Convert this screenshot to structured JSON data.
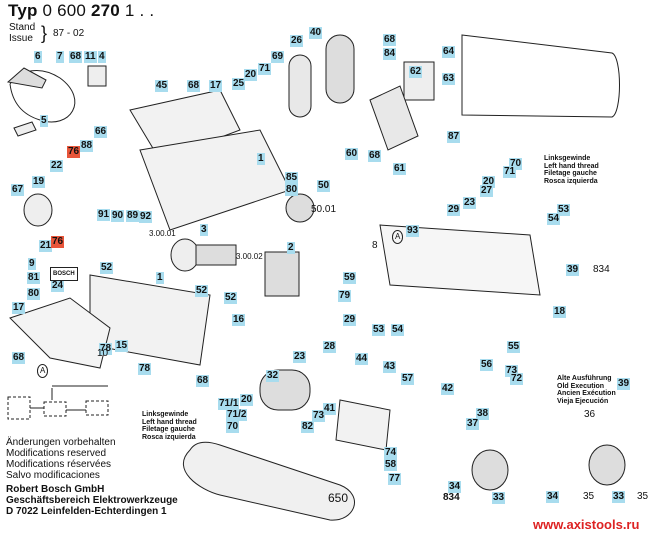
{
  "header": {
    "typ_prefix": "Typ",
    "typ_number_part1": "0 600",
    "typ_number_part2": "270",
    "typ_number_part3": "1 . .",
    "stand_label_1": "Stand",
    "stand_label_2": "Issue",
    "stand_brace": "}",
    "stand_value": "87 - 02"
  },
  "part_labels": [
    {
      "id": "6",
      "style": "cyan"
    },
    {
      "id": "7",
      "style": "cyan"
    },
    {
      "id": "68",
      "style": "cyan"
    },
    {
      "id": "11",
      "style": "cyan"
    },
    {
      "id": "4",
      "style": "cyan"
    },
    {
      "id": "5",
      "style": "cyan"
    },
    {
      "id": "45",
      "style": "cyan"
    },
    {
      "id": "68",
      "style": "cyan"
    },
    {
      "id": "17",
      "style": "cyan"
    },
    {
      "id": "26",
      "style": "cyan"
    },
    {
      "id": "40",
      "style": "cyan"
    },
    {
      "id": "68",
      "style": "cyan"
    },
    {
      "id": "84",
      "style": "cyan"
    },
    {
      "id": "64",
      "style": "cyan"
    },
    {
      "id": "71",
      "style": "cyan"
    },
    {
      "id": "69",
      "style": "cyan"
    },
    {
      "id": "20",
      "style": "cyan"
    },
    {
      "id": "25",
      "style": "cyan"
    },
    {
      "id": "62",
      "style": "cyan"
    },
    {
      "id": "63",
      "style": "cyan"
    },
    {
      "id": "66",
      "style": "cyan"
    },
    {
      "id": "88",
      "style": "cyan"
    },
    {
      "id": "76",
      "style": "red"
    },
    {
      "id": "22",
      "style": "cyan"
    },
    {
      "id": "19",
      "style": "cyan"
    },
    {
      "id": "67",
      "style": "cyan"
    },
    {
      "id": "21",
      "style": "cyan"
    },
    {
      "id": "76",
      "style": "red"
    },
    {
      "id": "87",
      "style": "cyan"
    },
    {
      "id": "60",
      "style": "cyan"
    },
    {
      "id": "68",
      "style": "cyan"
    },
    {
      "id": "61",
      "style": "cyan"
    },
    {
      "id": "1",
      "style": "cyan"
    },
    {
      "id": "85",
      "style": "cyan"
    },
    {
      "id": "80",
      "style": "cyan"
    },
    {
      "id": "50",
      "style": "cyan"
    },
    {
      "id": "70",
      "style": "cyan"
    },
    {
      "id": "71",
      "style": "cyan"
    },
    {
      "id": "20",
      "style": "cyan"
    },
    {
      "id": "27",
      "style": "cyan"
    },
    {
      "id": "23",
      "style": "cyan"
    },
    {
      "id": "29",
      "style": "cyan"
    },
    {
      "id": "53",
      "style": "cyan"
    },
    {
      "id": "54",
      "style": "cyan"
    },
    {
      "id": "91",
      "style": "cyan"
    },
    {
      "id": "90",
      "style": "cyan"
    },
    {
      "id": "89",
      "style": "cyan"
    },
    {
      "id": "92",
      "style": "cyan"
    },
    {
      "id": "3",
      "style": "cyan"
    },
    {
      "id": "93",
      "style": "cyan"
    },
    {
      "id": "2",
      "style": "cyan"
    },
    {
      "id": "39",
      "style": "cyan"
    },
    {
      "id": "9",
      "style": "cyan"
    },
    {
      "id": "52",
      "style": "cyan"
    },
    {
      "id": "81",
      "style": "cyan"
    },
    {
      "id": "24",
      "style": "cyan"
    },
    {
      "id": "80",
      "style": "cyan"
    },
    {
      "id": "17",
      "style": "cyan"
    },
    {
      "id": "1",
      "style": "cyan"
    },
    {
      "id": "52",
      "style": "cyan"
    },
    {
      "id": "59",
      "style": "cyan"
    },
    {
      "id": "79",
      "style": "cyan"
    },
    {
      "id": "52",
      "style": "cyan"
    },
    {
      "id": "16",
      "style": "cyan"
    },
    {
      "id": "18",
      "style": "cyan"
    },
    {
      "id": "29",
      "style": "cyan"
    },
    {
      "id": "53",
      "style": "cyan"
    },
    {
      "id": "54",
      "style": "cyan"
    },
    {
      "id": "78",
      "style": "cyan"
    },
    {
      "id": "15",
      "style": "cyan"
    },
    {
      "id": "68",
      "style": "cyan"
    },
    {
      "id": "78",
      "style": "cyan"
    },
    {
      "id": "68",
      "style": "cyan"
    },
    {
      "id": "28",
      "style": "cyan"
    },
    {
      "id": "55",
      "style": "cyan"
    },
    {
      "id": "56",
      "style": "cyan"
    },
    {
      "id": "73",
      "style": "cyan"
    },
    {
      "id": "72",
      "style": "cyan"
    },
    {
      "id": "23",
      "style": "cyan"
    },
    {
      "id": "44",
      "style": "cyan"
    },
    {
      "id": "43",
      "style": "cyan"
    },
    {
      "id": "32",
      "style": "cyan"
    },
    {
      "id": "57",
      "style": "cyan"
    },
    {
      "id": "39",
      "style": "cyan"
    },
    {
      "id": "71/1",
      "style": "cyan"
    },
    {
      "id": "20",
      "style": "cyan"
    },
    {
      "id": "71/2",
      "style": "cyan"
    },
    {
      "id": "70",
      "style": "cyan"
    },
    {
      "id": "41",
      "style": "cyan"
    },
    {
      "id": "73",
      "style": "cyan"
    },
    {
      "id": "82",
      "style": "cyan"
    },
    {
      "id": "42",
      "style": "cyan"
    },
    {
      "id": "38",
      "style": "cyan"
    },
    {
      "id": "37",
      "style": "cyan"
    },
    {
      "id": "74",
      "style": "cyan"
    },
    {
      "id": "58",
      "style": "cyan"
    },
    {
      "id": "77",
      "style": "cyan"
    },
    {
      "id": "34",
      "style": "cyan"
    },
    {
      "id": "33",
      "style": "cyan"
    },
    {
      "id": "34",
      "style": "cyan"
    },
    {
      "id": "33",
      "style": "cyan"
    }
  ],
  "plain_labels": {
    "p_50_01": "50.01",
    "p_3_00_01": "3.00.01",
    "p_3_00_02": "3.00.02",
    "p_8": "8",
    "p_834a": "834",
    "p_834b": "834",
    "p_10": "10",
    "p_650": "650",
    "p_36": "36",
    "p_35a": "35",
    "p_35b": "35",
    "p_A1": "A",
    "p_A2": "A",
    "p_bosch": "BOSCH"
  },
  "notes": {
    "left_thread_top": [
      "Linksgewinde",
      "Left hand thread",
      "Filetage gauche",
      "Rosca izquierda"
    ],
    "left_thread_bottom": [
      "Linksgewinde",
      "Left hand thread",
      "Filetage gauche",
      "Rosca izquierda"
    ],
    "old_execution": [
      "Alte Ausführung",
      "Old Execution",
      "Ancien Exécution",
      "Vieja Ejecución"
    ]
  },
  "footer": {
    "modifications": [
      "Änderungen vorbehalten",
      "Modifications reserved",
      "Modifications réservées",
      "Salvo modificaciones"
    ],
    "company": [
      "Robert Bosch GmbH",
      "Geschäftsbereich Elektrowerkzeuge",
      "D 7022 Leinfelden-Echterdingen 1"
    ]
  },
  "watermark": "www.axistools.ru",
  "colors": {
    "label_bg": "#a8dcee",
    "label_red": "#e8553a",
    "watermark": "#dd2222"
  }
}
